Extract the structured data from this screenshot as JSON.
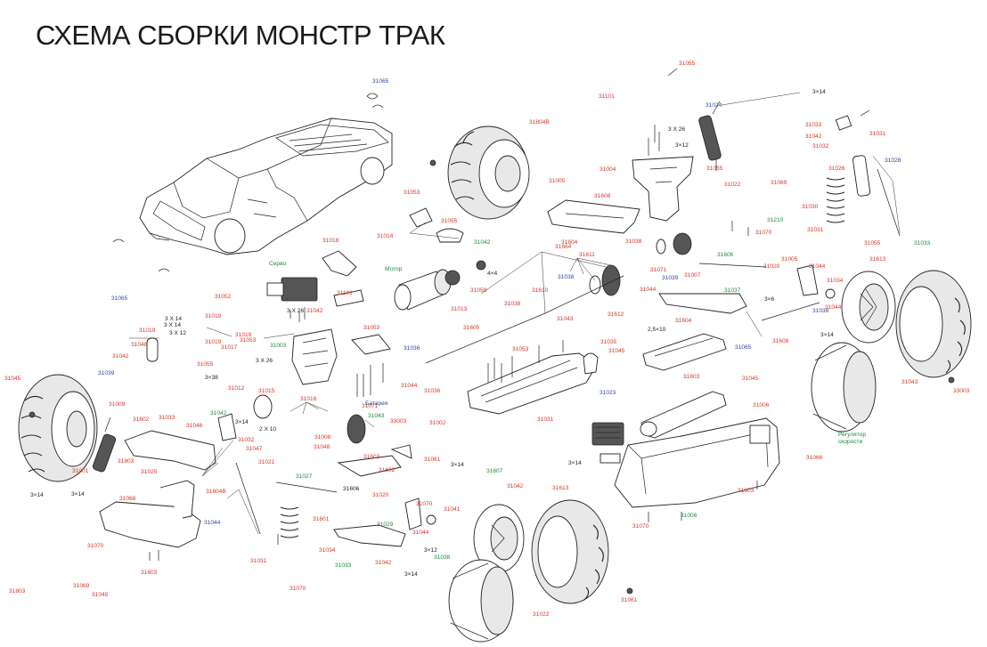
{
  "title": "СХЕМА СБОРКИ МОНСТР ТРАК",
  "colors": {
    "part_number": "#d23a2a",
    "secondary_number": "#2c4aa0",
    "component_name": "#1f8a3a",
    "text": "#222222"
  },
  "labels": [
    {
      "text": "31065",
      "c": "blue"
    },
    {
      "text": "31065",
      "c": "blue"
    },
    {
      "text": "31045",
      "c": "red"
    },
    {
      "text": "31804B",
      "c": "red"
    },
    {
      "text": "31055",
      "c": "red"
    },
    {
      "text": "31101",
      "c": "red"
    },
    {
      "text": "31024",
      "c": "blue"
    },
    {
      "text": "3 X 26",
      "c": "black"
    },
    {
      "text": "3×12",
      "c": "black"
    },
    {
      "text": "31055",
      "c": "red"
    },
    {
      "text": "31004",
      "c": "red"
    },
    {
      "text": "3×14",
      "c": "black"
    },
    {
      "text": "31033",
      "c": "red"
    },
    {
      "text": "31042",
      "c": "red"
    },
    {
      "text": "31031",
      "c": "red"
    },
    {
      "text": "31032",
      "c": "red"
    },
    {
      "text": "31028",
      "c": "blue"
    },
    {
      "text": "31026",
      "c": "red"
    },
    {
      "text": "31030",
      "c": "red"
    },
    {
      "text": "31031",
      "c": "red"
    },
    {
      "text": "31055",
      "c": "red"
    },
    {
      "text": "31033",
      "c": "green"
    },
    {
      "text": "31005",
      "c": "red"
    },
    {
      "text": "31608",
      "c": "red"
    },
    {
      "text": "31022",
      "c": "red"
    },
    {
      "text": "31069",
      "c": "red"
    },
    {
      "text": "31210",
      "c": "green"
    },
    {
      "text": "31070",
      "c": "red"
    },
    {
      "text": "31053",
      "c": "red"
    },
    {
      "text": "31055",
      "c": "red"
    },
    {
      "text": "31014",
      "c": "red"
    },
    {
      "text": "31042",
      "c": "green"
    },
    {
      "text": "31604",
      "c": "red"
    },
    {
      "text": "31038",
      "c": "red"
    },
    {
      "text": "31664",
      "c": "red"
    },
    {
      "text": "31611",
      "c": "red"
    },
    {
      "text": "31071",
      "c": "red"
    },
    {
      "text": "31007",
      "c": "red"
    },
    {
      "text": "31606",
      "c": "green"
    },
    {
      "text": "31613",
      "c": "red"
    },
    {
      "text": "4×4",
      "c": "black"
    },
    {
      "text": "31059",
      "c": "red"
    },
    {
      "text": "Мотор",
      "c": "green"
    },
    {
      "text": "31013",
      "c": "red"
    },
    {
      "text": "31038",
      "c": "blue"
    },
    {
      "text": "31044",
      "c": "red"
    },
    {
      "text": "31039",
      "c": "blue"
    },
    {
      "text": "31020",
      "c": "red"
    },
    {
      "text": "31005",
      "c": "red"
    },
    {
      "text": "31044",
      "c": "red"
    },
    {
      "text": "31034",
      "c": "red"
    },
    {
      "text": "31037",
      "c": "green"
    },
    {
      "text": "3×6",
      "c": "black"
    },
    {
      "text": "31044",
      "c": "red"
    },
    {
      "text": "31038",
      "c": "blue"
    },
    {
      "text": "31018",
      "c": "red"
    },
    {
      "text": "Серво",
      "c": "green"
    },
    {
      "text": "31052",
      "c": "red"
    },
    {
      "text": "31101",
      "c": "red"
    },
    {
      "text": "31610",
      "c": "red"
    },
    {
      "text": "31043",
      "c": "red"
    },
    {
      "text": "31612",
      "c": "red"
    },
    {
      "text": "31604",
      "c": "red"
    },
    {
      "text": "31038",
      "c": "red"
    },
    {
      "text": "31065",
      "c": "blue"
    },
    {
      "text": "31608",
      "c": "red"
    },
    {
      "text": "3×14",
      "c": "black"
    },
    {
      "text": "3 X 14",
      "c": "black"
    },
    {
      "text": "3 X 14",
      "c": "black"
    },
    {
      "text": "31019",
      "c": "red"
    },
    {
      "text": "3 X 12",
      "c": "black"
    },
    {
      "text": "3 X 26",
      "c": "black"
    },
    {
      "text": "31042",
      "c": "red"
    },
    {
      "text": "31019",
      "c": "red"
    },
    {
      "text": "31019",
      "c": "red"
    },
    {
      "text": "31053",
      "c": "red"
    },
    {
      "text": "31605",
      "c": "red"
    },
    {
      "text": "31019",
      "c": "red"
    },
    {
      "text": "31017",
      "c": "red"
    },
    {
      "text": "31003",
      "c": "green"
    },
    {
      "text": "31048",
      "c": "red"
    },
    {
      "text": "31042",
      "c": "red"
    },
    {
      "text": "31055",
      "c": "red"
    },
    {
      "text": "3 X 26",
      "c": "black"
    },
    {
      "text": "31053",
      "c": "red"
    },
    {
      "text": "31053",
      "c": "red"
    },
    {
      "text": "31035",
      "c": "red"
    },
    {
      "text": "31045",
      "c": "red"
    },
    {
      "text": "2,5×10",
      "c": "black"
    },
    {
      "text": "33003",
      "c": "red"
    },
    {
      "text": "31039",
      "c": "blue"
    },
    {
      "text": "3×38",
      "c": "black"
    },
    {
      "text": "31036",
      "c": "blue"
    },
    {
      "text": "31803",
      "c": "red"
    },
    {
      "text": "31045",
      "c": "red"
    },
    {
      "text": "31043",
      "c": "red"
    },
    {
      "text": "31012",
      "c": "red"
    },
    {
      "text": "31015",
      "c": "red"
    },
    {
      "text": "31071",
      "c": "red"
    },
    {
      "text": "31044",
      "c": "red"
    },
    {
      "text": "31036",
      "c": "red"
    },
    {
      "text": "31023",
      "c": "blue"
    },
    {
      "text": "31009",
      "c": "red"
    },
    {
      "text": "31016",
      "c": "red"
    },
    {
      "text": "Батарея",
      "c": "blue"
    },
    {
      "text": "31006",
      "c": "red"
    },
    {
      "text": "31602",
      "c": "red"
    },
    {
      "text": "31033",
      "c": "red"
    },
    {
      "text": "31042",
      "c": "green"
    },
    {
      "text": "3×14",
      "c": "black"
    },
    {
      "text": "31046",
      "c": "red"
    },
    {
      "text": "2 X 10",
      "c": "black"
    },
    {
      "text": "31043",
      "c": "green"
    },
    {
      "text": "33003",
      "c": "red"
    },
    {
      "text": "31002",
      "c": "red"
    },
    {
      "text": "31031",
      "c": "red"
    },
    {
      "text": "31032",
      "c": "red"
    },
    {
      "text": "31047",
      "c": "red"
    },
    {
      "text": "31048",
      "c": "red"
    },
    {
      "text": "31008",
      "c": "red"
    },
    {
      "text": "Регулятор\nскорости",
      "c": "green"
    },
    {
      "text": "31803",
      "c": "red"
    },
    {
      "text": "31021",
      "c": "red"
    },
    {
      "text": "31025",
      "c": "red"
    },
    {
      "text": "31603",
      "c": "red"
    },
    {
      "text": "31602",
      "c": "red"
    },
    {
      "text": "31061",
      "c": "red"
    },
    {
      "text": "3×14",
      "c": "black"
    },
    {
      "text": "31607",
      "c": "green"
    },
    {
      "text": "3×14",
      "c": "black"
    },
    {
      "text": "31066",
      "c": "red"
    },
    {
      "text": "31001",
      "c": "red"
    },
    {
      "text": "3×14",
      "c": "black"
    },
    {
      "text": "31068",
      "c": "red"
    },
    {
      "text": "3×14",
      "c": "black"
    },
    {
      "text": "31804B",
      "c": "red"
    },
    {
      "text": "31027",
      "c": "green"
    },
    {
      "text": "31606",
      "c": "black"
    },
    {
      "text": "31020",
      "c": "red"
    },
    {
      "text": "31041",
      "c": "red"
    },
    {
      "text": "31042",
      "c": "red"
    },
    {
      "text": "31613",
      "c": "red"
    },
    {
      "text": "31803",
      "c": "red"
    },
    {
      "text": "31070",
      "c": "red"
    },
    {
      "text": "31044",
      "c": "blue"
    },
    {
      "text": "31601",
      "c": "red"
    },
    {
      "text": "31029",
      "c": "green"
    },
    {
      "text": "31044",
      "c": "red"
    },
    {
      "text": "31006",
      "c": "green"
    },
    {
      "text": "31070",
      "c": "red"
    },
    {
      "text": "31070",
      "c": "red"
    },
    {
      "text": "3×12",
      "c": "black"
    },
    {
      "text": "31038",
      "c": "green"
    },
    {
      "text": "31034",
      "c": "red"
    },
    {
      "text": "31031",
      "c": "red"
    },
    {
      "text": "31033",
      "c": "green"
    },
    {
      "text": "31042",
      "c": "red"
    },
    {
      "text": "31603",
      "c": "red"
    },
    {
      "text": "31070",
      "c": "red"
    },
    {
      "text": "31069",
      "c": "red"
    },
    {
      "text": "3×14",
      "c": "black"
    },
    {
      "text": "31061",
      "c": "red"
    },
    {
      "text": "31045",
      "c": "red"
    },
    {
      "text": "31022",
      "c": "red"
    },
    {
      "text": "31803",
      "c": "red"
    }
  ]
}
